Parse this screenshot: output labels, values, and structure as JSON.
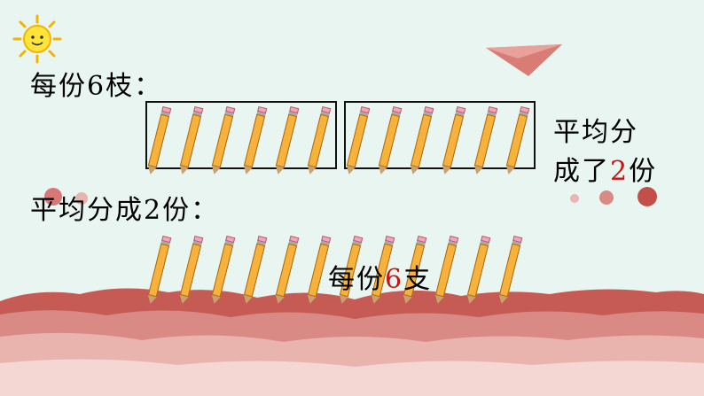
{
  "colors": {
    "background": "#e9f5f1",
    "highlight": "#c81414",
    "pencil": "#f6b23c",
    "hills": "#c65a55"
  },
  "heading1": "每份6枝：",
  "heading2": "平均分成2份：",
  "side_note": {
    "line1": "平均分",
    "line2_pre": "成了",
    "line2_num": "2",
    "line2_post": "份"
  },
  "caption": {
    "pre": "每份",
    "num": "6",
    "post": "支"
  },
  "icons": [
    "sun-icon",
    "paper-plane-icon",
    "pencil-icon"
  ],
  "group1_pencils": 12,
  "group2_pencils": 12
}
